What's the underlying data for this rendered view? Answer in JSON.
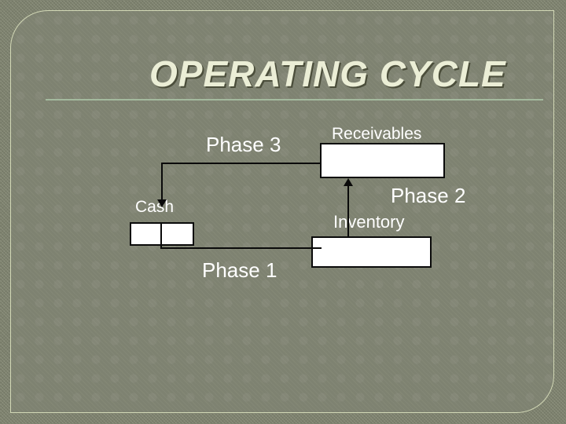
{
  "slide": {
    "title": "OPERATING CYCLE"
  },
  "diagram": {
    "nodes": [
      {
        "id": "cash",
        "label": "Cash"
      },
      {
        "id": "inventory",
        "label": "Inventory"
      },
      {
        "id": "receivables",
        "label": "Receivables"
      }
    ],
    "phases": [
      {
        "id": "phase1",
        "label": "Phase 1",
        "from": "cash",
        "to": "inventory"
      },
      {
        "id": "phase2",
        "label": "Phase 2",
        "from": "inventory",
        "to": "receivables"
      },
      {
        "id": "phase3",
        "label": "Phase 3",
        "from": "receivables",
        "to": "cash"
      }
    ]
  },
  "colors": {
    "bg-outer": "#7d816e",
    "bg-slide": "#7e8271",
    "frame-line": "#d2d8b6",
    "title-text": "#ebeed6",
    "title-shadow": "#4b4e3b",
    "divider": "#a4ba9e",
    "label-text": "#ffffff",
    "connector": "#0a0a0a",
    "box-fill": "#ffffff",
    "box-border": "#0a0a0a"
  }
}
